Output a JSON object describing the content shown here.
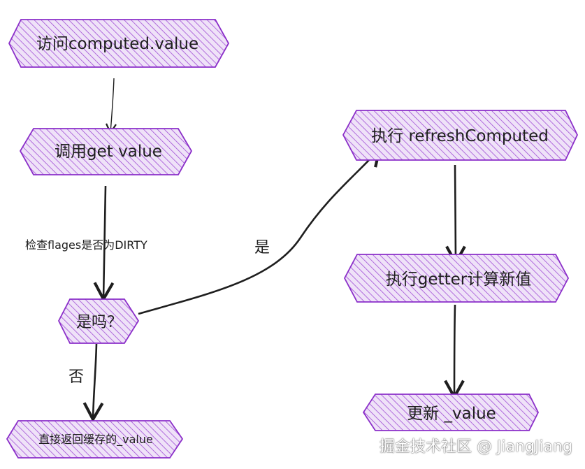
{
  "colors": {
    "node_fill": "#d5b4ec",
    "node_stroke": "#8b2fc9",
    "hatch": "#a14fd6",
    "edge": "#1e1e1e",
    "text": "#1e1e1e"
  },
  "nodes": {
    "access": "访问computed.value",
    "get_value": "调用get value",
    "is_dirty": "是吗？",
    "return_cached": "直接返回缓存的_value",
    "refresh": "执行 refreshComputed",
    "run_getter": "执行getter计算新值",
    "update_value": "更新 _value"
  },
  "edges": {
    "check_label": "检查flages是否为DIRTY",
    "yes_label": "是",
    "no_label": "否"
  },
  "watermark": "掘金技术社区 @ JiangJiang"
}
